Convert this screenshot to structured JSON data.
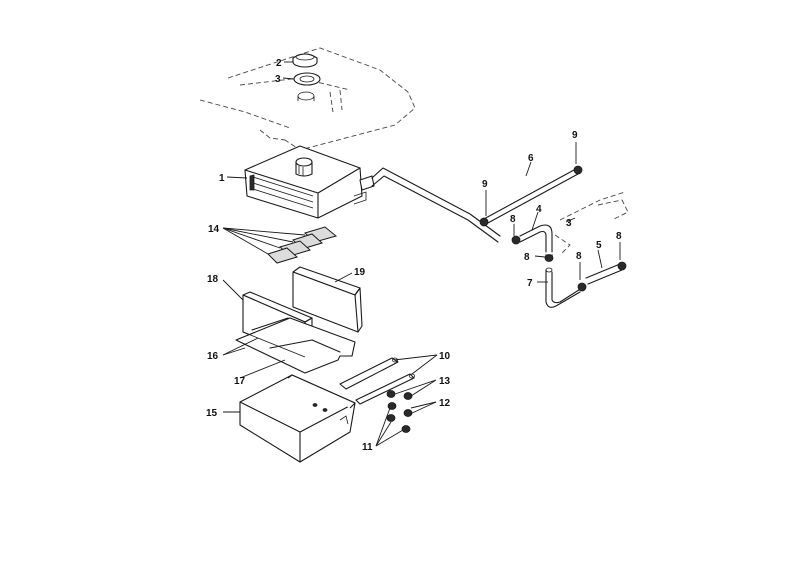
{
  "labels": {
    "l1": "1",
    "l2": "2",
    "l3": "3",
    "l3b": "3",
    "l4": "4",
    "l5": "5",
    "l6": "6",
    "l7": "7",
    "l8a": "8",
    "l8b": "8",
    "l8c": "8",
    "l8d": "8",
    "l9a": "9",
    "l9b": "9",
    "l10": "10",
    "l11": "11",
    "l12": "12",
    "l13": "13",
    "l14": "14",
    "l15": "15",
    "l16": "16",
    "l17": "17",
    "l18": "18",
    "l19": "19"
  }
}
